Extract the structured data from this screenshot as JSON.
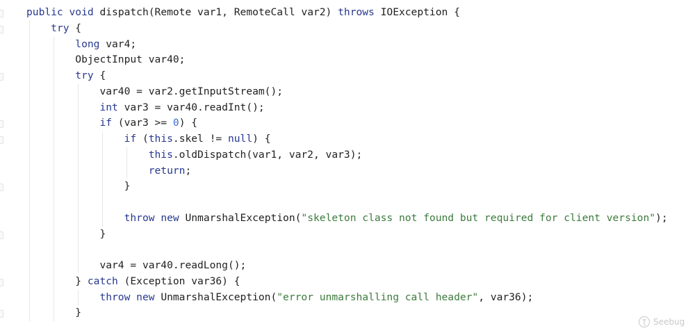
{
  "editor": {
    "language": "java",
    "colors": {
      "background": "#ffffff",
      "keyword": "#27388f",
      "number": "#3b6fd6",
      "string": "#3c7a3c",
      "text": "#1f1f1f",
      "indent_guide": "#e6e6e6"
    },
    "lines": [
      {
        "indent": 0,
        "tokens": [
          [
            "kw",
            "public"
          ],
          [
            "plain",
            " "
          ],
          [
            "kw",
            "void"
          ],
          [
            "plain",
            " dispatch(Remote var1, RemoteCall var2) "
          ],
          [
            "kw",
            "throws"
          ],
          [
            "plain",
            " IOException {"
          ]
        ]
      },
      {
        "indent": 1,
        "tokens": [
          [
            "kw",
            "try"
          ],
          [
            "plain",
            " {"
          ]
        ]
      },
      {
        "indent": 2,
        "tokens": [
          [
            "kw",
            "long"
          ],
          [
            "plain",
            " var4;"
          ]
        ]
      },
      {
        "indent": 2,
        "tokens": [
          [
            "plain",
            "ObjectInput var40;"
          ]
        ]
      },
      {
        "indent": 2,
        "tokens": [
          [
            "kw",
            "try"
          ],
          [
            "plain",
            " {"
          ]
        ]
      },
      {
        "indent": 3,
        "tokens": [
          [
            "plain",
            "var40 = var2.getInputStream();"
          ]
        ]
      },
      {
        "indent": 3,
        "tokens": [
          [
            "kw",
            "int"
          ],
          [
            "plain",
            " var3 = var40.readInt();"
          ]
        ]
      },
      {
        "indent": 3,
        "tokens": [
          [
            "kw",
            "if"
          ],
          [
            "plain",
            " (var3 >= "
          ],
          [
            "num",
            "0"
          ],
          [
            "plain",
            ") {"
          ]
        ]
      },
      {
        "indent": 4,
        "tokens": [
          [
            "kw",
            "if"
          ],
          [
            "plain",
            " ("
          ],
          [
            "kw",
            "this"
          ],
          [
            "plain",
            ".skel != "
          ],
          [
            "kw",
            "null"
          ],
          [
            "plain",
            ") {"
          ]
        ]
      },
      {
        "indent": 5,
        "tokens": [
          [
            "kw",
            "this"
          ],
          [
            "plain",
            ".oldDispatch(var1, var2, var3);"
          ]
        ]
      },
      {
        "indent": 5,
        "tokens": [
          [
            "kw",
            "return"
          ],
          [
            "plain",
            ";"
          ]
        ]
      },
      {
        "indent": 4,
        "tokens": [
          [
            "plain",
            "}"
          ]
        ]
      },
      {
        "indent": 0,
        "tokens": []
      },
      {
        "indent": 4,
        "tokens": [
          [
            "kw",
            "throw"
          ],
          [
            "plain",
            " "
          ],
          [
            "kw",
            "new"
          ],
          [
            "plain",
            " UnmarshalException("
          ],
          [
            "str",
            "\"skeleton class not found but required for client version\""
          ],
          [
            "plain",
            ");"
          ]
        ]
      },
      {
        "indent": 3,
        "tokens": [
          [
            "plain",
            "}"
          ]
        ]
      },
      {
        "indent": 0,
        "tokens": []
      },
      {
        "indent": 3,
        "tokens": [
          [
            "plain",
            "var4 = var40.readLong();"
          ]
        ]
      },
      {
        "indent": 2,
        "tokens": [
          [
            "plain",
            "} "
          ],
          [
            "kw",
            "catch"
          ],
          [
            "plain",
            " (Exception var36) {"
          ]
        ]
      },
      {
        "indent": 3,
        "tokens": [
          [
            "kw",
            "throw"
          ],
          [
            "plain",
            " "
          ],
          [
            "kw",
            "new"
          ],
          [
            "plain",
            " UnmarshalException("
          ],
          [
            "str",
            "\"error unmarshalling call header\""
          ],
          [
            "plain",
            ", var36);"
          ]
        ]
      },
      {
        "indent": 2,
        "tokens": [
          [
            "plain",
            "}"
          ]
        ]
      }
    ],
    "fold_markers_at_lines": [
      0,
      1,
      4,
      7,
      8,
      11,
      14,
      17,
      19
    ]
  },
  "watermark": {
    "label": "Seebug",
    "icon": "seebug-logo-icon"
  }
}
